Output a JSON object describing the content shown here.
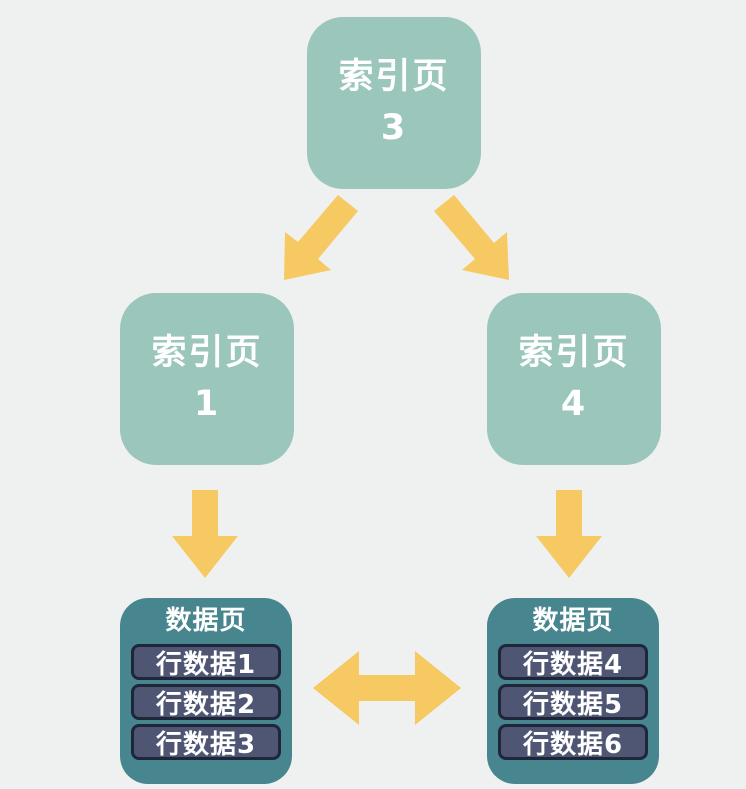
{
  "nodes": {
    "root_index_page": {
      "label": "索引页",
      "number": "3"
    },
    "left_index_page": {
      "label": "索引页",
      "number": "1"
    },
    "right_index_page": {
      "label": "索引页",
      "number": "4"
    },
    "left_data_page": {
      "title": "数据页",
      "rows": [
        "行数据1",
        "行数据2",
        "行数据3"
      ]
    },
    "right_data_page": {
      "title": "数据页",
      "rows": [
        "行数据4",
        "行数据5",
        "行数据6"
      ]
    }
  },
  "icons": {
    "arrow_root_to_left": "arrow-down-left-icon",
    "arrow_root_to_right": "arrow-down-right-icon",
    "arrow_left_down": "arrow-down-icon",
    "arrow_right_down": "arrow-down-icon",
    "arrow_between_data_pages": "double-horizontal-arrow-icon"
  },
  "colors": {
    "bg": "#eff1f0",
    "index_fill": "#9bc6bb",
    "data_fill": "#47868e",
    "row_fill": "#4e5673",
    "row_border": "#20263a",
    "arrow": "#f7c963",
    "text": "#ffffff"
  }
}
